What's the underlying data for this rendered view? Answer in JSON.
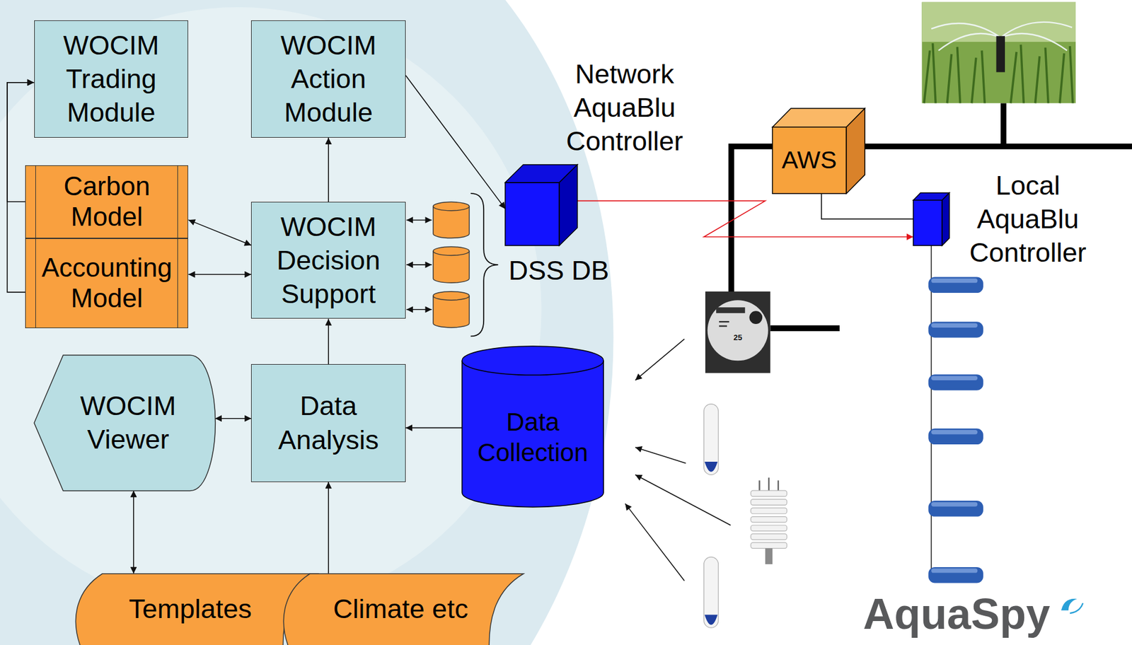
{
  "diagram": {
    "nodes": [
      {
        "text": [
          "WOCIM Trading Module"
        ]
      },
      {
        "text": [
          "WOCIM Action Module"
        ]
      },
      {
        "text": [
          "Network AquaBlu Controller"
        ]
      },
      {
        "text": [
          "AWS"
        ]
      },
      {
        "text": [
          "Carbon Model"
        ]
      },
      {
        "text": [
          "Accounting Model"
        ]
      },
      {
        "text": [
          "WOCIM Decision Support"
        ]
      },
      {
        "text": [
          "Local AquaBlu Controller"
        ]
      },
      {
        "text": [
          "WOCIM Viewer"
        ]
      },
      {
        "text": [
          "Data Analysis"
        ]
      },
      {
        "text": [
          "Data Collection"
        ]
      },
      {
        "text": [
          "Templates"
        ]
      },
      {
        "text": [
          "Climate etc"
        ]
      }
    ],
    "edges": [
      {
        "from": 4,
        "to": 0,
        "arrow": "to"
      },
      {
        "from": 5,
        "to": 0,
        "arrow": "to"
      },
      {
        "from": 4,
        "to": 6,
        "arrow": "both"
      },
      {
        "from": 5,
        "to": 6,
        "arrow": "both"
      },
      {
        "from": 6,
        "to": 1,
        "arrow": "to"
      },
      {
        "from": 1,
        "to": 2,
        "arrow": "to"
      },
      {
        "from": 2,
        "to": 7,
        "arrow": "to"
      },
      {
        "from": 3,
        "to": 7,
        "arrow": "none"
      },
      {
        "from": 9,
        "to": 6,
        "arrow": "to"
      },
      {
        "from": 10,
        "to": 9,
        "arrow": "to"
      },
      {
        "from": 8,
        "to": 9,
        "arrow": "both"
      },
      {
        "from": 8,
        "to": 11,
        "arrow": "both"
      },
      {
        "from": 12,
        "to": 9,
        "arrow": "to"
      }
    ],
    "labels": [
      "DSS DB",
      "25",
      "AquaSpy"
    ]
  }
}
